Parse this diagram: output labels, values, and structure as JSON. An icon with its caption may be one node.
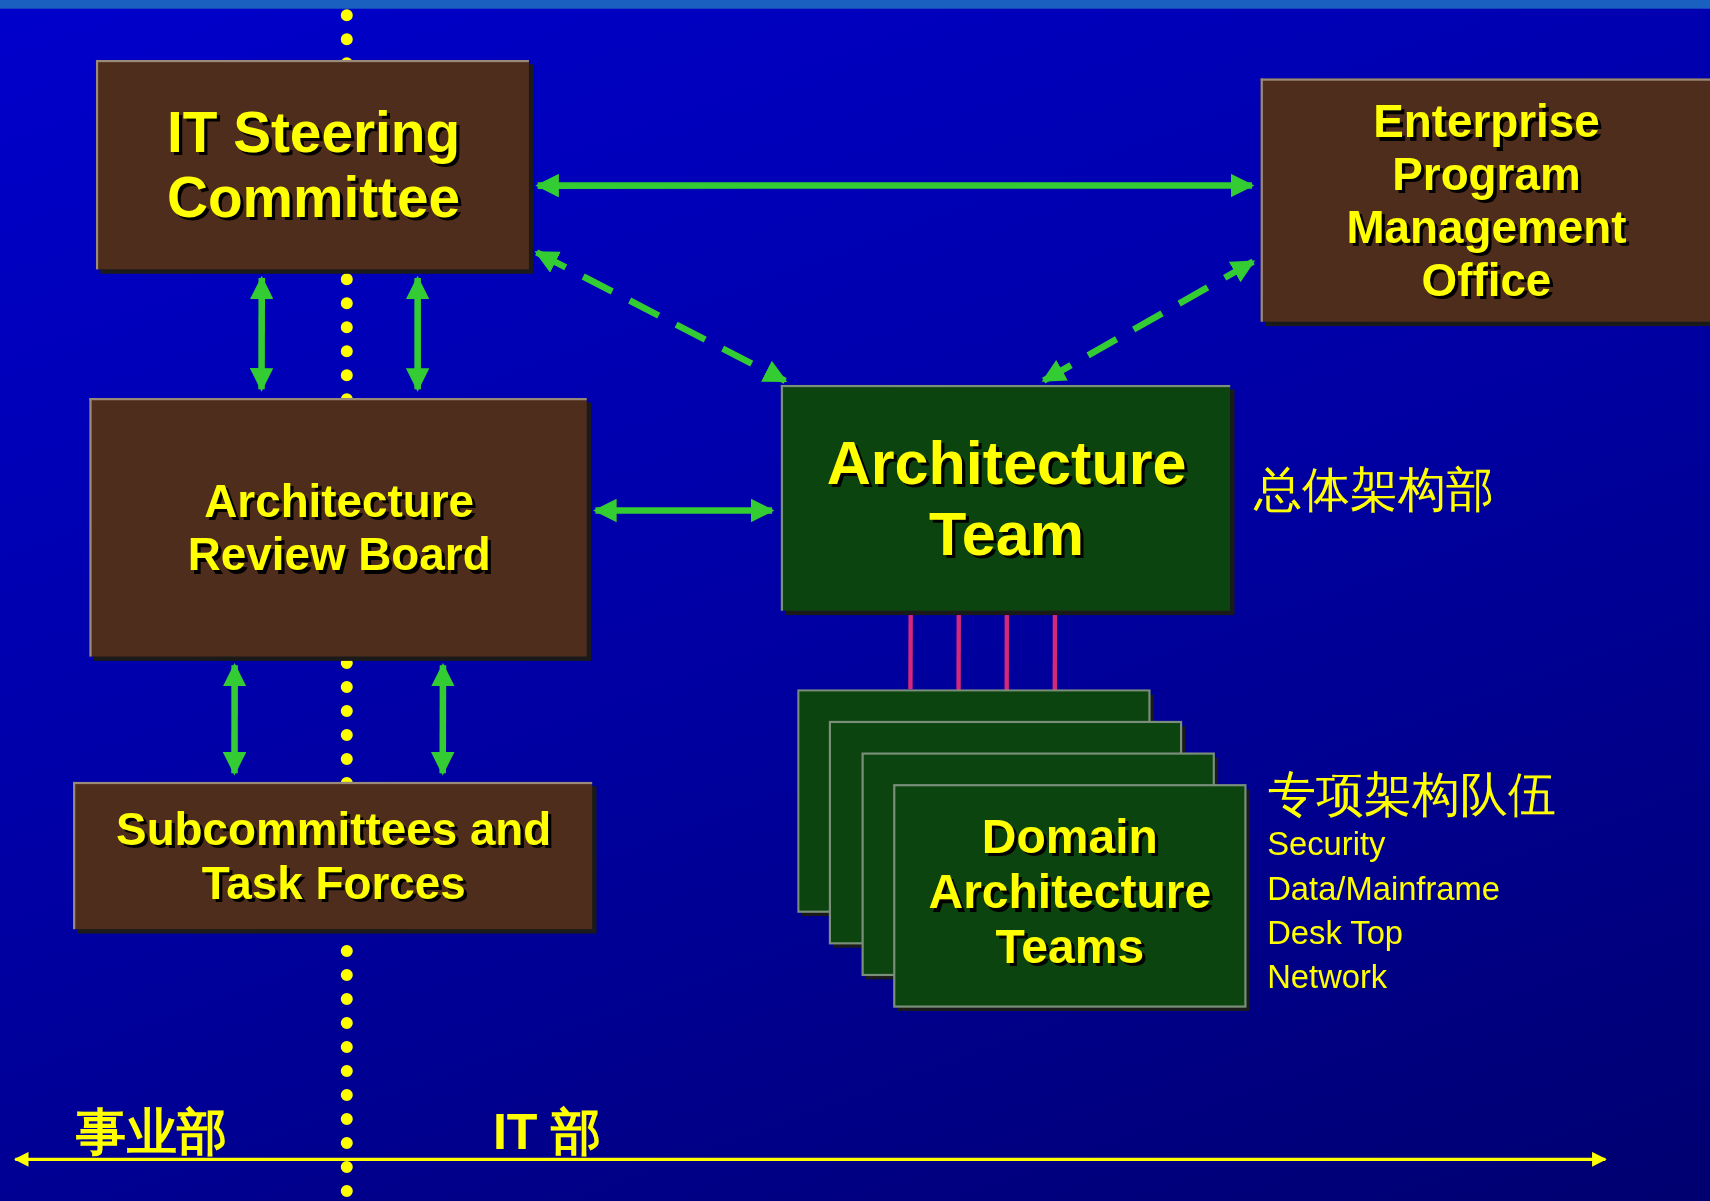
{
  "diagram": {
    "nodes": [
      {
        "text": [
          "IT Steering Committee"
        ]
      },
      {
        "text": [
          "Enterprise Program Management Office"
        ]
      },
      {
        "text": [
          "Architecture Review Board"
        ]
      },
      {
        "text": [
          "Architecture Team"
        ],
        "beside": [
          "总体架构部"
        ]
      },
      {
        "text": [
          "Subcommittees and Task Forces"
        ]
      },
      {
        "text": [
          "Domain Architecture Teams"
        ],
        "beside": [
          "专项架构队伍",
          "Security",
          "Data/Mainframe",
          "Desk Top",
          "Network"
        ]
      }
    ],
    "edges": [
      {
        "from": 0,
        "to": 1,
        "arrow": "both"
      },
      {
        "from": 0,
        "to": 3,
        "arrow": "both",
        "style": "dashed"
      },
      {
        "from": 1,
        "to": 3,
        "arrow": "both",
        "style": "dashed"
      },
      {
        "from": 0,
        "to": 2,
        "arrow": "both"
      },
      {
        "from": 0,
        "to": 2,
        "arrow": "both"
      },
      {
        "from": 2,
        "to": 4,
        "arrow": "both"
      },
      {
        "from": 2,
        "to": 4,
        "arrow": "both"
      },
      {
        "from": 2,
        "to": 3,
        "arrow": "both"
      },
      {
        "from": 3,
        "to": 5,
        "arrow": "none",
        "color": "#d6287a"
      },
      {
        "from": 3,
        "to": 5,
        "arrow": "none",
        "color": "#d6287a"
      },
      {
        "from": 3,
        "to": 5,
        "arrow": "none",
        "color": "#d6287a"
      },
      {
        "from": 3,
        "to": 5,
        "arrow": "none",
        "color": "#d6287a"
      }
    ],
    "labels": [
      "事业部",
      "IT 部"
    ]
  }
}
